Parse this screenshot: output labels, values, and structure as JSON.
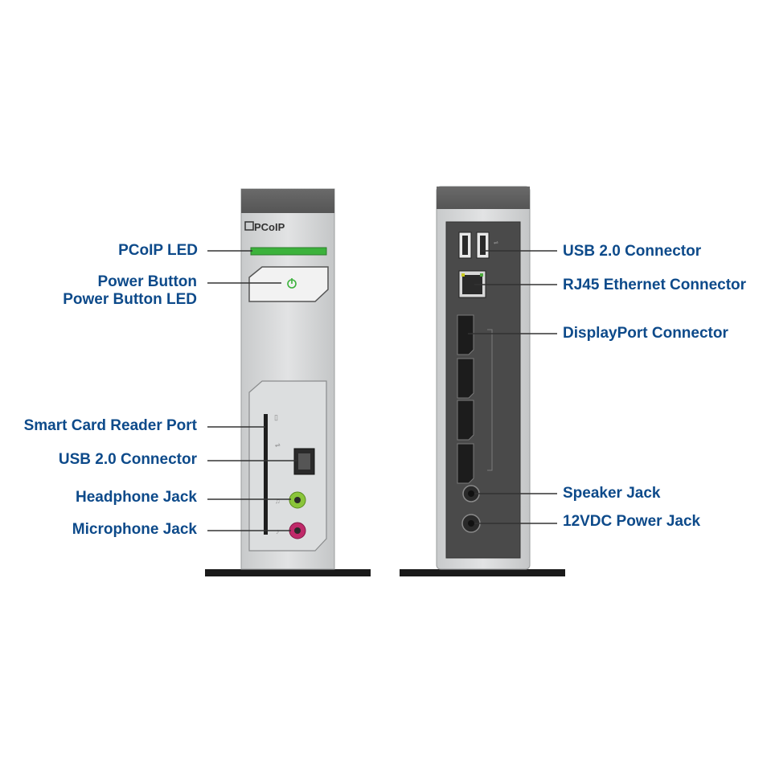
{
  "front": {
    "brand": "PCoIP",
    "labels": {
      "pcoip_led": "PCoIP LED",
      "power_button": "Power Button",
      "power_button_led": "Power Button LED",
      "smart_card": "Smart Card Reader Port",
      "usb": "USB 2.0 Connector",
      "headphone": "Headphone Jack",
      "microphone": "Microphone Jack"
    }
  },
  "rear": {
    "labels": {
      "usb": "USB 2.0 Connector",
      "rj45": "RJ45 Ethernet Connector",
      "displayport": "DisplayPort Connector",
      "speaker": "Speaker Jack",
      "power_jack": "12VDC Power Jack"
    }
  },
  "colors": {
    "label_text": "#0d4a8a",
    "led_green": "#3cb23c",
    "headphone_green": "#8ac53a",
    "microphone_pink": "#c02a6a",
    "rear_panel": "#4a4a4a"
  }
}
